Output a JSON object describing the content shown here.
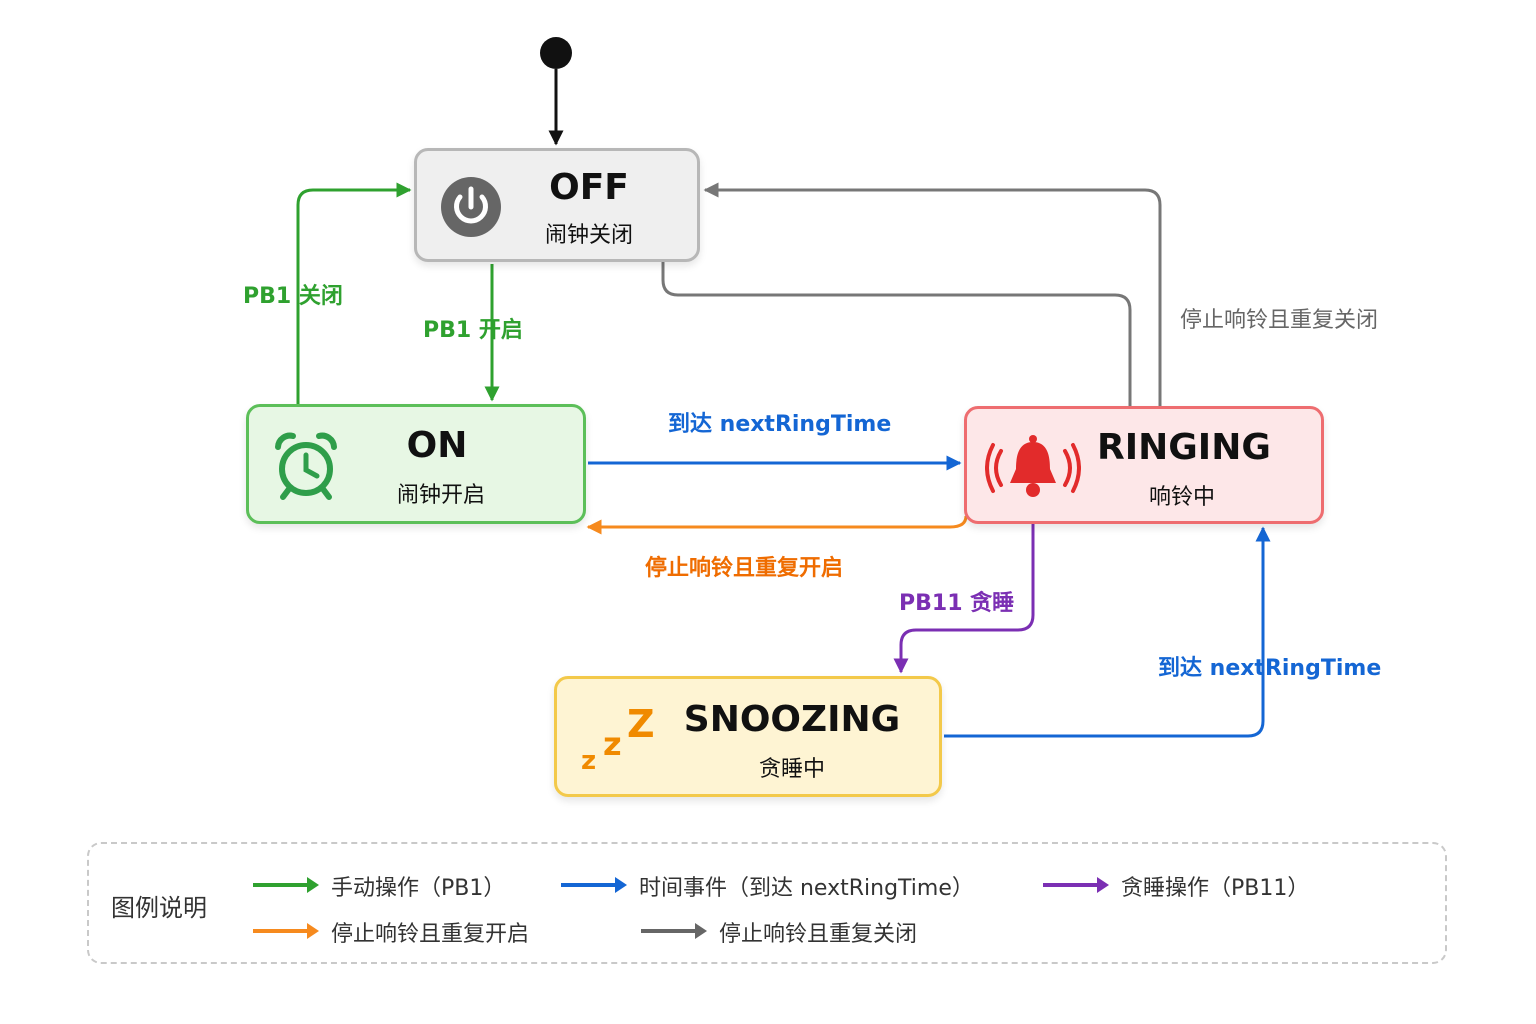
{
  "states": {
    "off": {
      "title": "OFF",
      "subtitle": "闹钟关闭",
      "icon": "power-icon"
    },
    "on": {
      "title": "ON",
      "subtitle": "闹钟开启",
      "icon": "alarm-clock-icon"
    },
    "ringing": {
      "title": "RINGING",
      "subtitle": "响铃中",
      "icon": "bell-icon"
    },
    "snoozing": {
      "title": "SNOOZING",
      "subtitle": "贪睡中",
      "icon": "zzz-icon"
    }
  },
  "transitions": {
    "pb1_off": "PB1 关闭",
    "pb1_on": "PB1 开启",
    "arrive_on_to_ringing": "到达 nextRingTime",
    "stop_repeat_on": "停止响铃且重复开启",
    "stop_repeat_off": "停止响铃且重复关闭",
    "pb11_snooze": "PB11 贪睡",
    "arrive_snoozing_to_ringing": "到达 nextRingTime"
  },
  "legend": {
    "title": "图例说明",
    "items": [
      {
        "label": "手动操作（PB1）",
        "color": "#2fa12f"
      },
      {
        "label": "时间事件（到达 nextRingTime）",
        "color": "#1466d4"
      },
      {
        "label": "贪睡操作（PB11）",
        "color": "#7b2fb3"
      },
      {
        "label": "停止响铃且重复开启",
        "color": "#f68a1e"
      },
      {
        "label": "停止响铃且重复关闭",
        "color": "#666666"
      }
    ]
  },
  "colors": {
    "manual": "#2fa12f",
    "time_event": "#1466d4",
    "snooze": "#7b2fb3",
    "stop_repeat_on": "#f68a1e",
    "stop_repeat_off": "#777777"
  }
}
